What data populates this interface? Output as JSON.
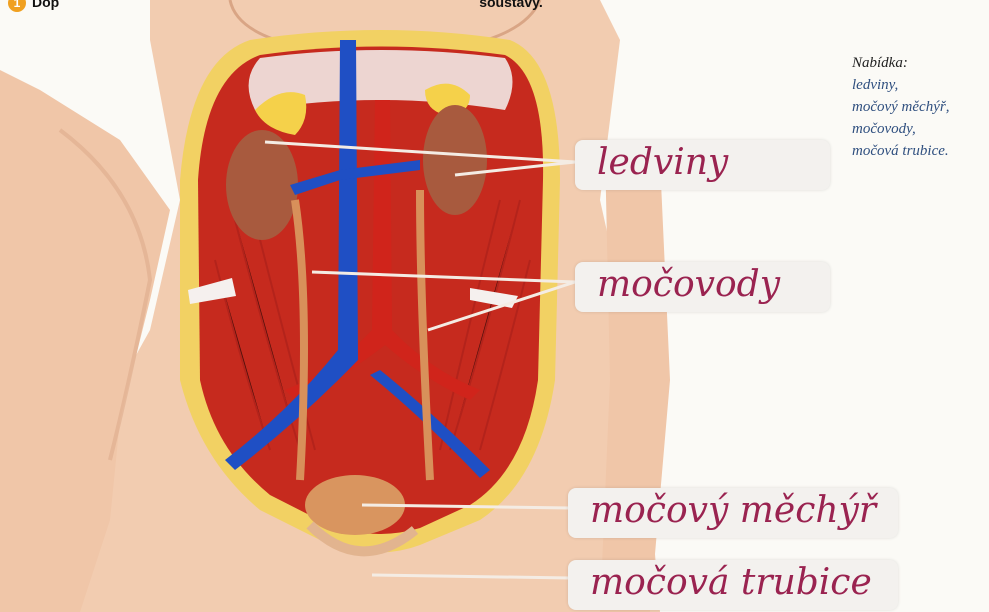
{
  "header": {
    "badge": "1",
    "left_text": "Dop",
    "right_text": "soustavy."
  },
  "menu": {
    "title": "Nabídka:",
    "items": [
      "ledviny,",
      "močový měchýř,",
      "močovody,",
      "močová trubice."
    ]
  },
  "answers": [
    {
      "label": "ledviny"
    },
    {
      "label": "močovody"
    },
    {
      "label": "močový měchýř"
    },
    {
      "label": "močová trubice"
    }
  ],
  "colors": {
    "skin": "#f2ccb0",
    "muscle": "#c62a1e",
    "artery": "#d0241b",
    "vein": "#1f4fc4",
    "fat": "#f5d14a",
    "kidney": "#a85a3e",
    "ureter": "#d8905a",
    "bladder": "#d9955f",
    "handwriting": "#9a2350",
    "menu_text": "#2f4f7f"
  }
}
